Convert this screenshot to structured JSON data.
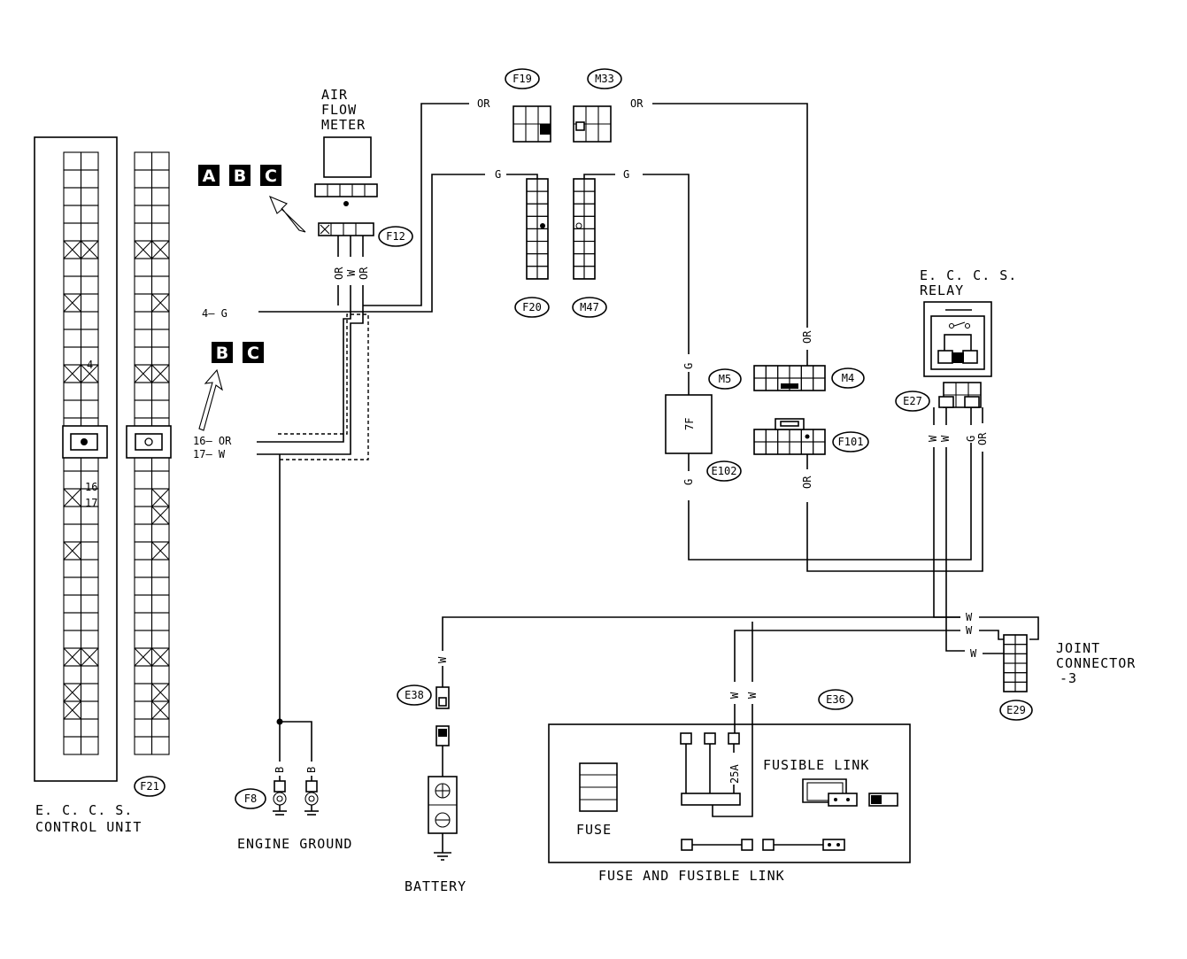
{
  "labels": {
    "air_flow_meter": [
      "AIR",
      "FLOW",
      "METER"
    ],
    "eccs_relay": [
      "E. C. C. S.",
      "RELAY"
    ],
    "eccs_control_unit": [
      "E. C. C. S.",
      "CONTROL UNIT"
    ],
    "engine_ground": "ENGINE GROUND",
    "battery": "BATTERY",
    "fuse_and_fusible_link": "FUSE AND FUSIBLE LINK",
    "fusible_link": "FUSIBLE LINK",
    "fuse": "FUSE",
    "joint_connector": [
      "JOINT",
      "CONNECTOR",
      "-3"
    ],
    "fuse_rating": "25A",
    "fuse_7f": "7F"
  },
  "connectors": {
    "f19": "F19",
    "m33": "M33",
    "f12": "F12",
    "f20": "F20",
    "m47": "M47",
    "m5": "M5",
    "m4": "M4",
    "e102": "E102",
    "f101": "F101",
    "e27": "E27",
    "e38": "E38",
    "e36": "E36",
    "e29": "E29",
    "f8": "F8",
    "f21": "F21"
  },
  "badges": {
    "top": [
      "A",
      "B",
      "C"
    ],
    "bottom": [
      "B",
      "C"
    ]
  },
  "pins": {
    "p4": "4",
    "p16": "16",
    "p17": "17",
    "p4_wire": "4— G",
    "p16_wire": "16— OR",
    "p17_wire": "17— W"
  },
  "wire_colors": {
    "or": "OR",
    "g": "G",
    "w": "W",
    "b": "B"
  },
  "accent": "#000000"
}
